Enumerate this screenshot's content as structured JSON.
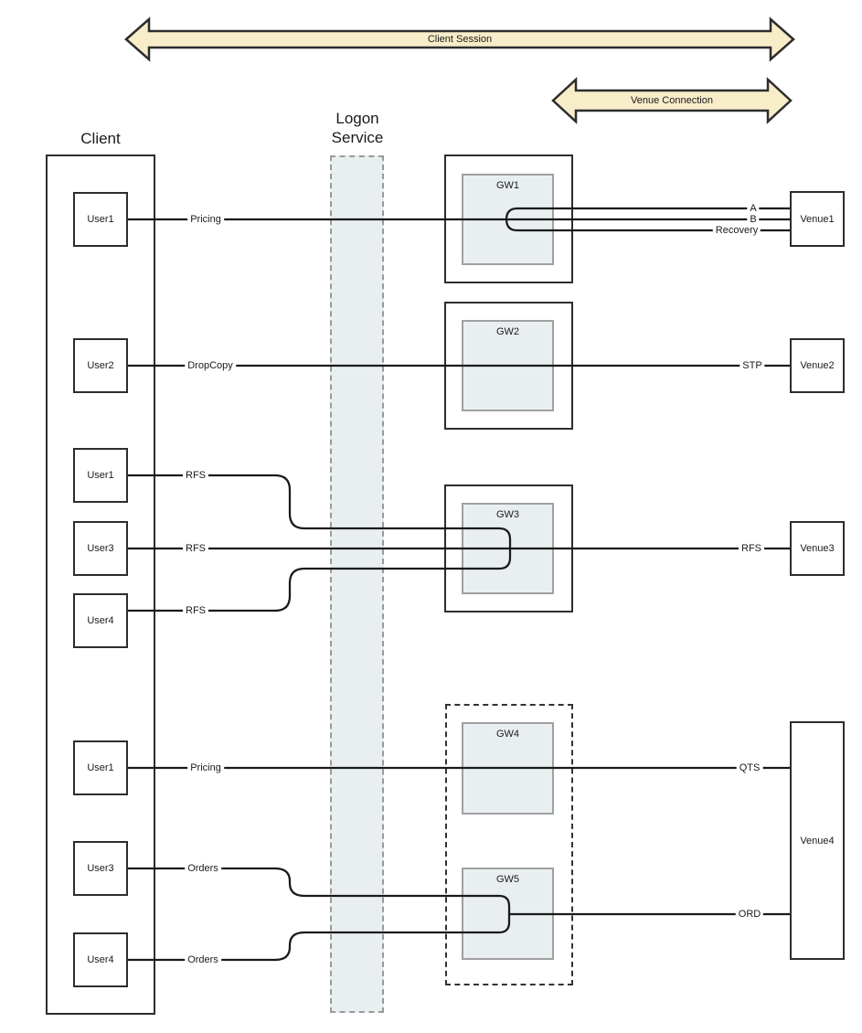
{
  "arrows": {
    "client_session": "Client Session",
    "venue_connection": "Venue Connection"
  },
  "columns": {
    "client_title": "Client",
    "logon_title": "Logon Service"
  },
  "users": [
    "User1",
    "User2",
    "User1",
    "User3",
    "User4",
    "User1",
    "User3",
    "User4"
  ],
  "gateways": [
    "GW1",
    "GW2",
    "GW3",
    "GW4",
    "GW5"
  ],
  "venues": [
    "Venue1",
    "Venue2",
    "Venue3",
    "Venue4"
  ],
  "session_labels": [
    "Pricing",
    "DropCopy",
    "RFS",
    "RFS",
    "RFS",
    "Pricing",
    "Orders",
    "Orders"
  ],
  "venue_labels": [
    "A",
    "B",
    "Recovery",
    "STP",
    "RFS",
    "QTS",
    "ORD"
  ],
  "connections": [
    {
      "user": "User1",
      "session": "Pricing",
      "gateway": "GW1",
      "venue": "Venue1",
      "venue_links": [
        "A",
        "B",
        "Recovery"
      ]
    },
    {
      "user": "User2",
      "session": "DropCopy",
      "gateway": "GW2",
      "venue": "Venue2",
      "venue_links": [
        "STP"
      ]
    },
    {
      "user": "User1",
      "session": "RFS",
      "gateway": "GW3",
      "venue": "Venue3",
      "venue_links": [
        "RFS"
      ]
    },
    {
      "user": "User3",
      "session": "RFS",
      "gateway": "GW3",
      "venue": "Venue3",
      "venue_links": [
        "RFS"
      ]
    },
    {
      "user": "User4",
      "session": "RFS",
      "gateway": "GW3",
      "venue": "Venue3",
      "venue_links": [
        "RFS"
      ]
    },
    {
      "user": "User1",
      "session": "Pricing",
      "gateway": "GW4",
      "venue": "Venue4",
      "venue_links": [
        "QTS"
      ]
    },
    {
      "user": "User3",
      "session": "Orders",
      "gateway": "GW5",
      "venue": "Venue4",
      "venue_links": [
        "ORD"
      ]
    },
    {
      "user": "User4",
      "session": "Orders",
      "gateway": "GW5",
      "venue": "Venue4",
      "venue_links": [
        "ORD"
      ]
    }
  ],
  "colors": {
    "arrow_fill": "#f8edc9",
    "arrow_stroke": "#2d2d2d",
    "panel_fill": "#e9eff1",
    "line": "#1a1a1a"
  }
}
